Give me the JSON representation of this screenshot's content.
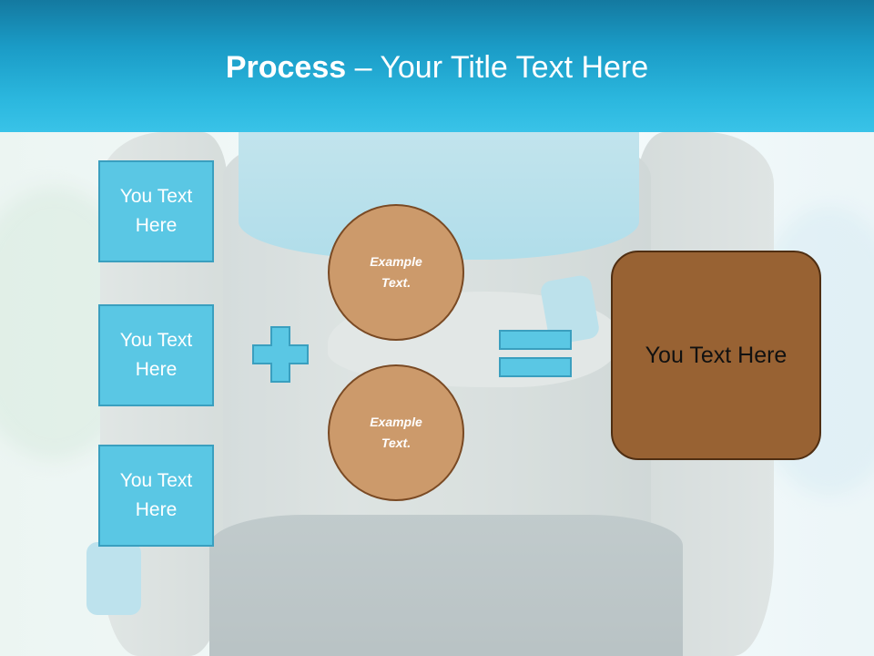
{
  "slide": {
    "title_bold": "Process",
    "title_separator": " – ",
    "title_rest": "Your Title Text Here"
  },
  "left_boxes": [
    {
      "text": "You Text Here"
    },
    {
      "text": "You Text Here"
    },
    {
      "text": "You Text Here"
    }
  ],
  "circles": [
    {
      "text": "Example Text."
    },
    {
      "text": "Example Text."
    }
  ],
  "operators": {
    "plus_icon": "plus-icon",
    "equals_icon": "equals-icon"
  },
  "result": {
    "text": "You Text Here"
  },
  "colors": {
    "header_top": "#1479a0",
    "header_bottom": "#39c3e8",
    "box_blue": "#5ac7e4",
    "circle_tan": "#cc9a6b",
    "result_brown": "#986233"
  }
}
